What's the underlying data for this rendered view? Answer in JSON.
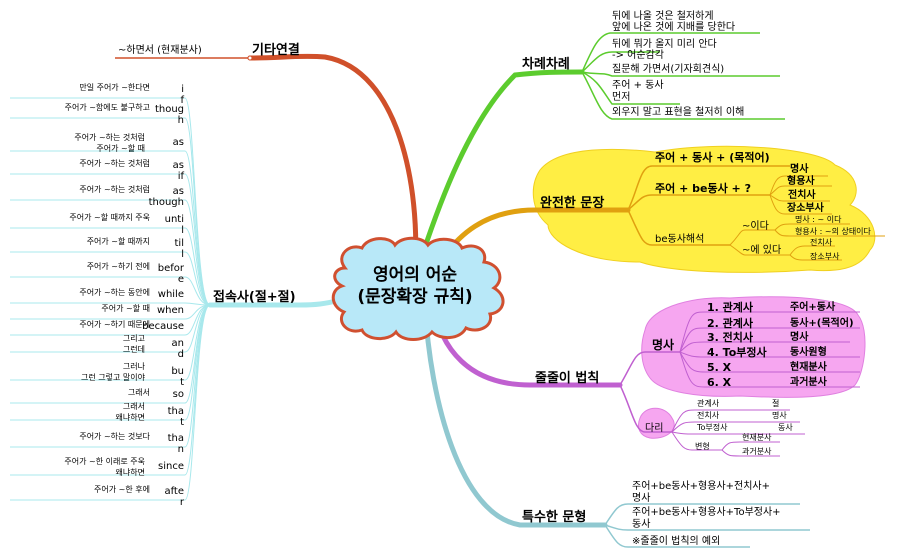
{
  "center": {
    "line1": "영어의 어순",
    "line2": "(문장확장 규칙)"
  },
  "branches": {
    "kitayeongyeol": {
      "label": "기타연결",
      "items": [
        "~하면서 (현재분사)"
      ]
    },
    "charyecharye": {
      "label": "차례차례",
      "items": [
        "뒤에 나올 것은 철저하게",
        "앞에 나온 것에 지배를 당한다",
        "뒤에 뭐가 올지 미리 안다",
        "-> 어순감각",
        "질문해 가면서(기자회견식)",
        "주어 + 동사",
        "먼저",
        "외우지 말고 표현을 철저히 이해"
      ]
    },
    "wanjeon": {
      "label": "완전한 문장",
      "s1": "주어 + 동사 + (목적어)",
      "s2": "주어 + be동사 + ?",
      "s2_items": [
        "명사",
        "형용사",
        "전치사",
        "장소부사"
      ],
      "be_label": "be동사해석",
      "ida": "~이다",
      "ida_items": [
        "명사 : ~ 이다",
        "형용사 : ~의 상태이다"
      ],
      "itda": "~에 있다",
      "itda_items": [
        "전치사",
        "장소부사"
      ]
    },
    "julju": {
      "label": "줄줄이 법칙",
      "noun": "명사",
      "noun_items": [
        {
          "l": "1. 관계사",
          "r": "주어+동사"
        },
        {
          "l": "2. 관계사",
          "r": "동사+(목적어)"
        },
        {
          "l": "3. 전치사",
          "r": "명사"
        },
        {
          "l": "4. To부정사",
          "r": "동사원형"
        },
        {
          "l": "5. X",
          "r": "현재분사"
        },
        {
          "l": "6. X",
          "r": "과거분사"
        }
      ],
      "dari": "다리",
      "dari_items": [
        {
          "l": "관계사",
          "r": "절"
        },
        {
          "l": "전치사",
          "r": "명사"
        },
        {
          "l": "To부정사",
          "r": "동사"
        }
      ],
      "byeonhyeong": "변형",
      "byeon_items": [
        "현재분사",
        "과거분사"
      ]
    },
    "teuksu": {
      "label": "특수한 문형",
      "items": [
        "주어+be동사+형용사+전치사+",
        "명사",
        "주어+be동사+형용사+To부정사+",
        "동사",
        "※줄줄이 법칙의 예외"
      ]
    },
    "jeopsok": {
      "label": "접속사(절+절)",
      "conj": [
        {
          "w1": "i",
          "w2": "f",
          "m": [
            "만일 주어가 ~한다면"
          ]
        },
        {
          "w1": "thoug",
          "w2": "h",
          "m": [
            "주어가 ~함에도 불구하고"
          ]
        },
        {
          "w1": "as",
          "w2": "",
          "m": [
            "주어가 ~하는 것처럼",
            "주어가 ~할 때"
          ]
        },
        {
          "w1": "as",
          "w2": "if",
          "m": [
            "주어가 ~하는 것처럼"
          ]
        },
        {
          "w1": "as",
          "w2": "though",
          "m": [
            "주어가 ~하는 것처럼"
          ]
        },
        {
          "w1": "unti",
          "w2": "l",
          "m": [
            "주어가 ~할 때까지 주욱"
          ]
        },
        {
          "w1": "til",
          "w2": "l",
          "m": [
            "주어가 ~할 때까지"
          ]
        },
        {
          "w1": "befor",
          "w2": "e",
          "m": [
            "주어가 ~하기 전에"
          ]
        },
        {
          "w1": "while",
          "w2": "",
          "m": [
            "주어가 ~하는 동안에"
          ]
        },
        {
          "w1": "when",
          "w2": "",
          "m": [
            "주어가 ~할 때"
          ]
        },
        {
          "w1": "because",
          "w2": "",
          "m": [
            "주어가 ~하기 때문에"
          ]
        },
        {
          "w1": "an",
          "w2": "d",
          "m": [
            "그리고",
            "그런데"
          ]
        },
        {
          "w1": "bu",
          "w2": "t",
          "m": [
            "그러나",
            "그런 그렇고 말이야"
          ]
        },
        {
          "w1": "so",
          "w2": "",
          "m": [
            "그래서"
          ]
        },
        {
          "w1": "tha",
          "w2": "t",
          "m": [
            "그래서",
            "왜냐하면"
          ]
        },
        {
          "w1": "tha",
          "w2": "n",
          "m": [
            "주어가 ~하는 것보다"
          ]
        },
        {
          "w1": "since",
          "w2": "",
          "m": [
            "주어가 ~한 이래로 주욱",
            "왜냐하면"
          ]
        },
        {
          "w1": "afte",
          "w2": "r",
          "m": [
            "주어가 ~한 후에"
          ]
        }
      ]
    }
  },
  "colors": {
    "red": "#d0502a",
    "green": "#5ccc2e",
    "gold": "#e0a010",
    "violet": "#c060d0",
    "teal": "#90c8d0",
    "cyan": "#a8e8ec",
    "cloudFill": "#b8e8f8",
    "cloudStroke": "#d05030",
    "yellowFill": "#ffee44",
    "pinkFill": "#f6a6f0"
  }
}
